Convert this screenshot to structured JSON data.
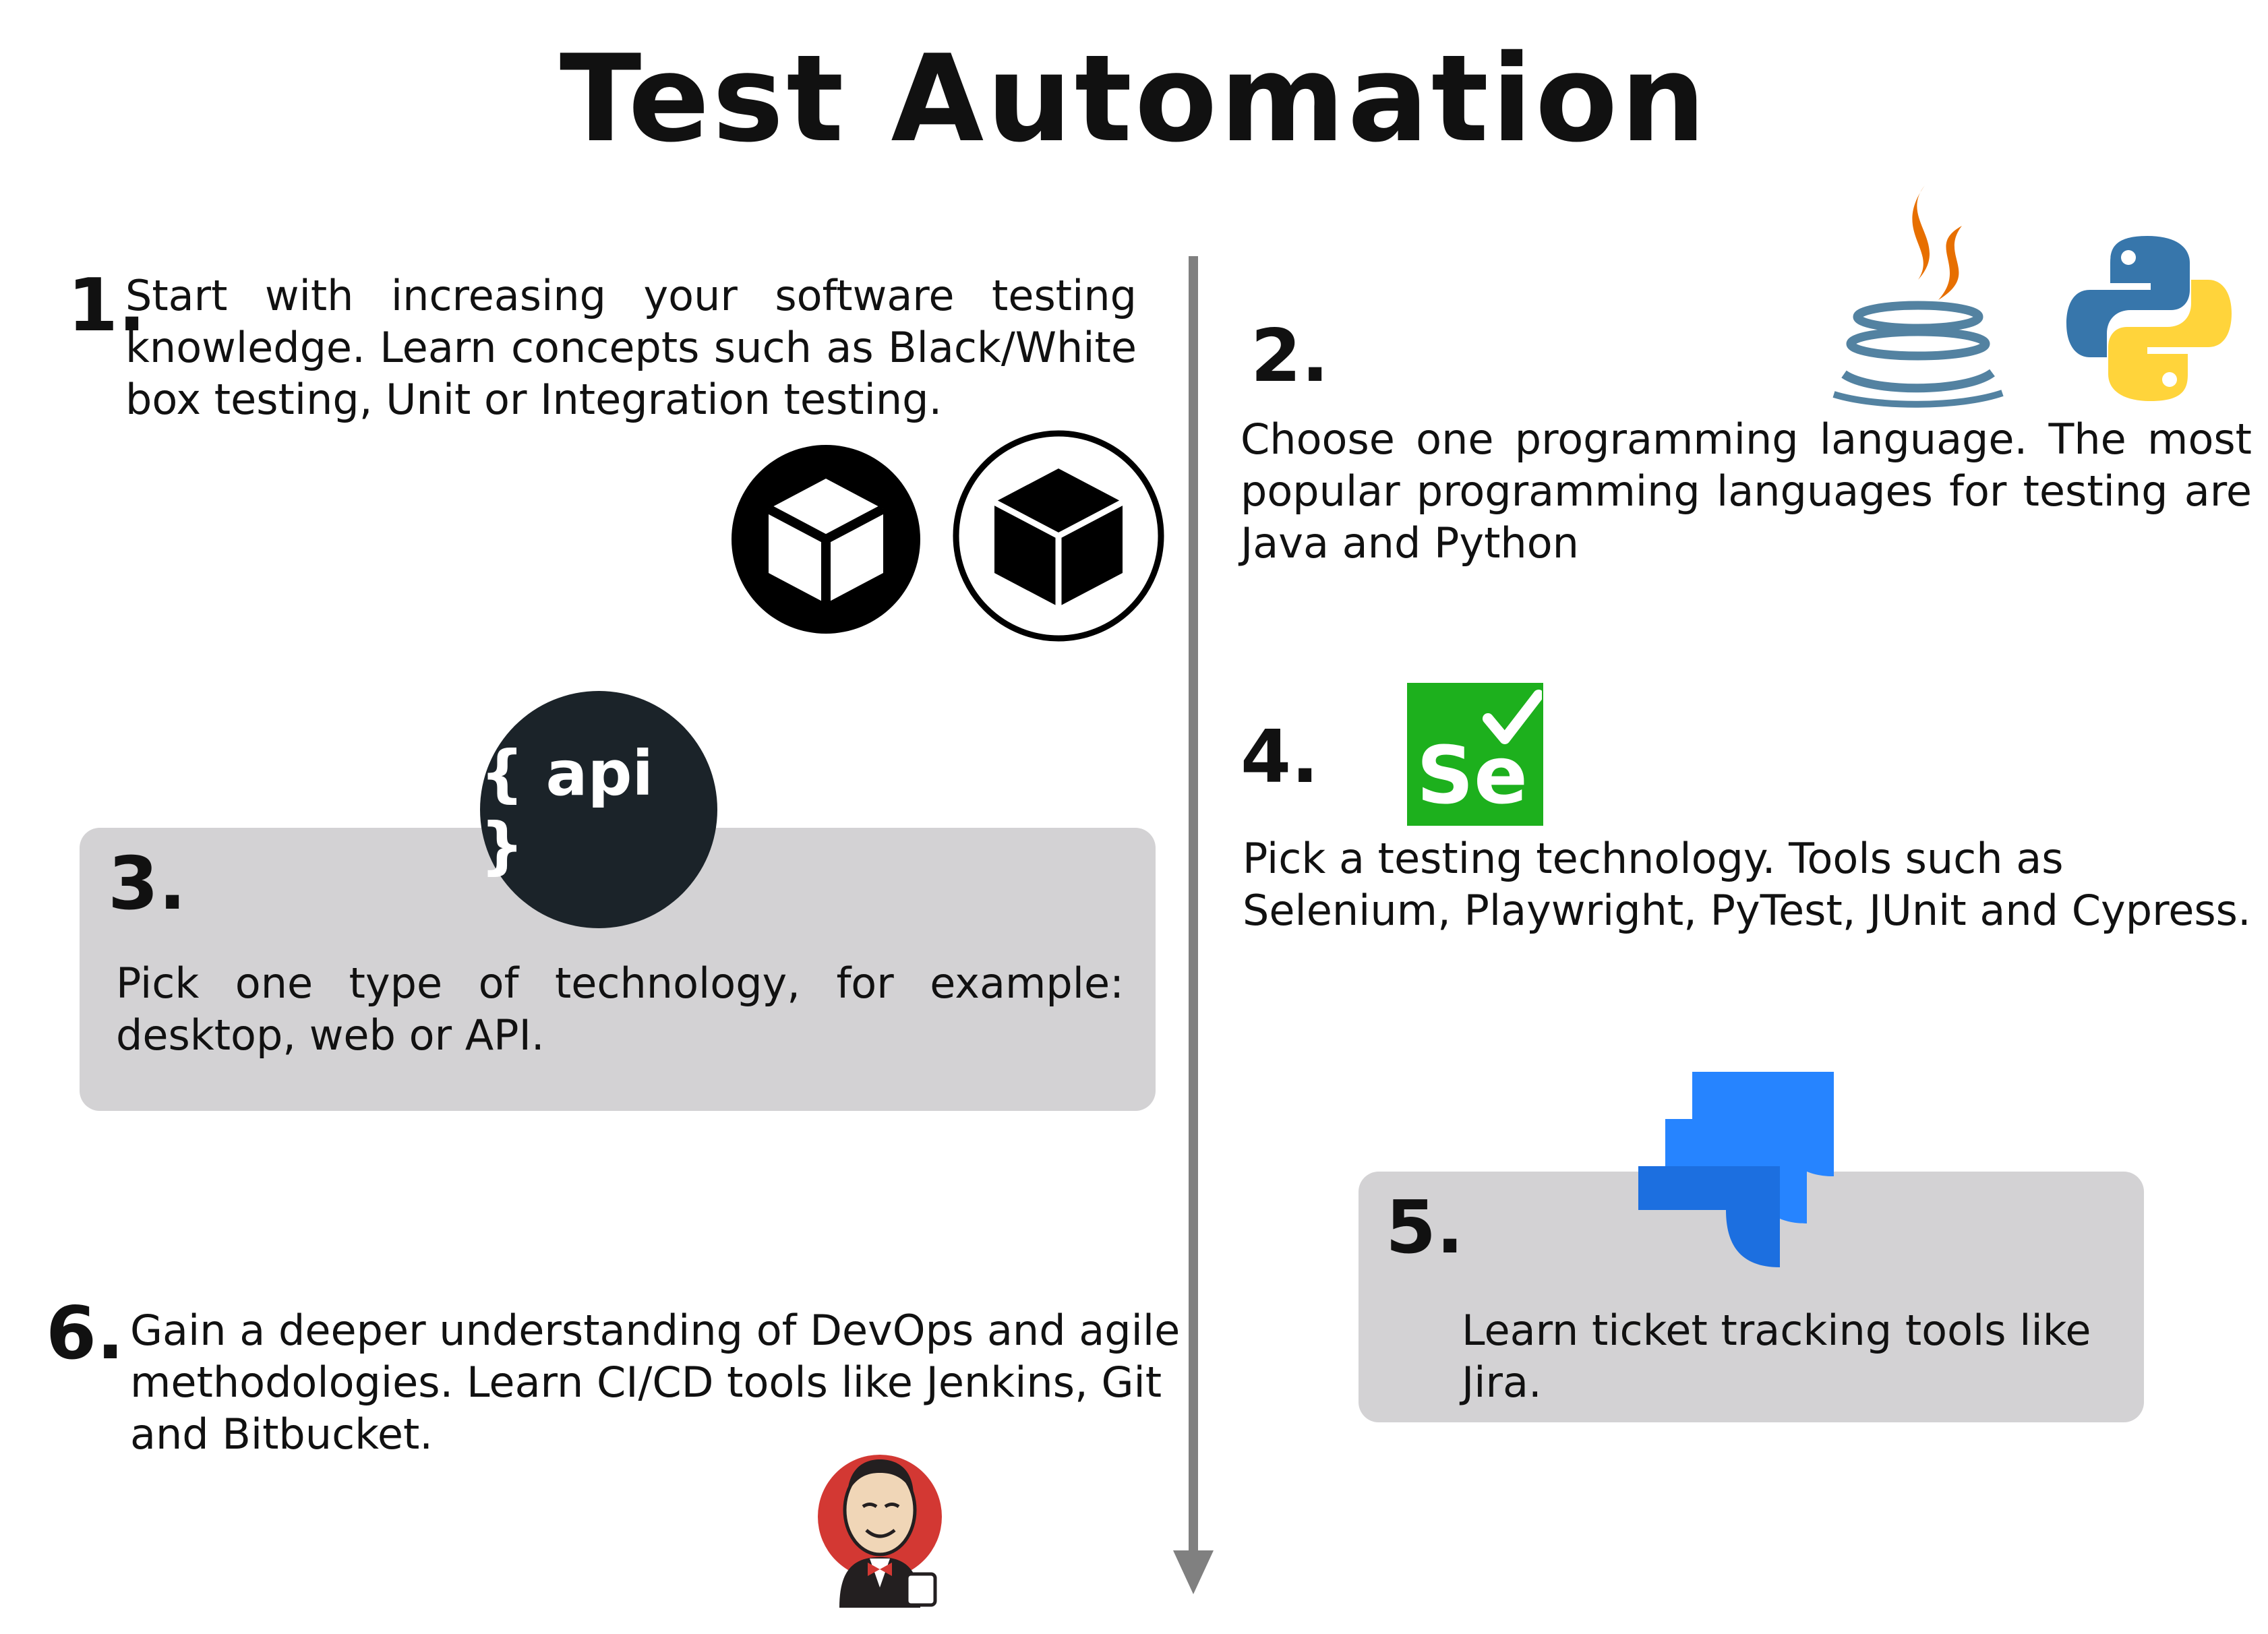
{
  "title": "Test Automation",
  "steps": [
    {
      "number": "1.",
      "text": "Start with increasing your software testing knowledge. Learn concepts such as Black/White box testing, Unit or Integration testing.",
      "icons": [
        "white-box-icon",
        "black-box-icon"
      ]
    },
    {
      "number": "2.",
      "text": "Choose one programming language. The most popular programming languages for testing are Java and Python",
      "icons": [
        "java-logo-icon",
        "python-logo-icon"
      ]
    },
    {
      "number": "3.",
      "text": "Pick one type of technology, for example: desktop, web or API.",
      "icons": [
        "api-badge-icon"
      ],
      "badge_text": "{ api }"
    },
    {
      "number": "4.",
      "text": "Pick a testing technology. Tools such as Selenium, Playwright, PyTest, JUnit and Cypress.",
      "icons": [
        "selenium-logo-icon"
      ],
      "badge_text": "Se"
    },
    {
      "number": "5.",
      "text": "Learn ticket tracking tools like Jira.",
      "icons": [
        "jira-logo-icon"
      ]
    },
    {
      "number": "6.",
      "text": "Gain a deeper understanding of DevOps and agile methodologies. Learn CI/CD tools like Jenkins, Git and Bitbucket.",
      "icons": [
        "jenkins-logo-icon"
      ]
    }
  ],
  "colors": {
    "panel": "#d3d2d4",
    "timeline": "#808080",
    "api_badge": "#1b2329",
    "selenium": "#1db01d",
    "jira_blue": "#2684ff",
    "java_orange": "#e76f00",
    "java_blue": "#5382a1",
    "python_blue": "#3776ab",
    "python_yellow": "#ffd43b",
    "jenkins_red": "#d33833"
  }
}
